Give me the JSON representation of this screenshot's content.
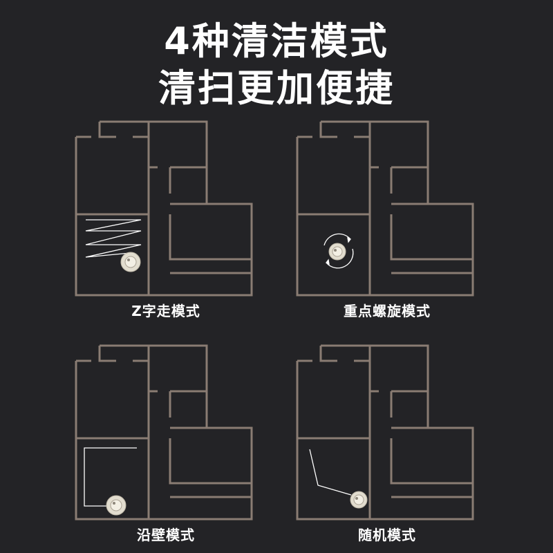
{
  "headline": {
    "line1": "4种清洁模式",
    "line2": "清扫更加便捷"
  },
  "colors": {
    "background": "#232326",
    "wall": "#8a7c73",
    "path": "#ffffff",
    "robot_body": "#e2ddcf",
    "robot_core": "#ffffff"
  },
  "modes": [
    {
      "caption": "Z字走模式",
      "icon": "zigzag-path"
    },
    {
      "caption": "重点螺旋模式",
      "icon": "spiral-path"
    },
    {
      "caption": "沿壁模式",
      "icon": "wall-follow-path"
    },
    {
      "caption": "随机模式",
      "icon": "random-path"
    }
  ]
}
